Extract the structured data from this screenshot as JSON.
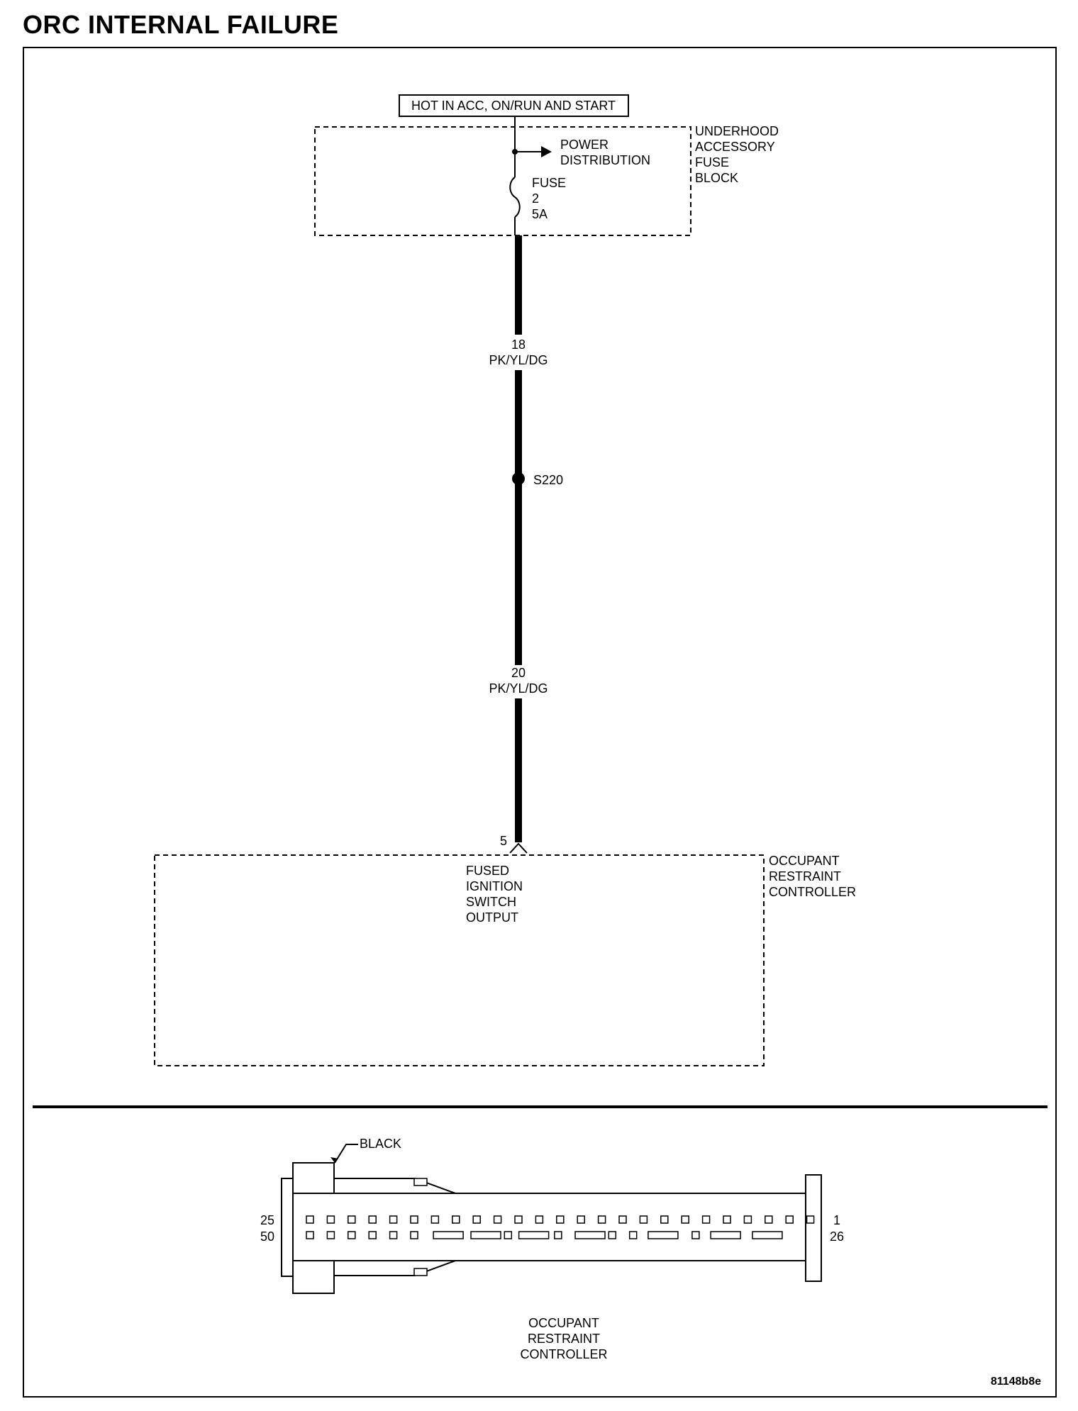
{
  "page": {
    "title": "ORC INTERNAL FAILURE",
    "figure_id": "81148b8e"
  },
  "power_source": {
    "label": "HOT IN ACC, ON/RUN AND START"
  },
  "fuse_block": {
    "name_lines": [
      "UNDERHOOD",
      "ACCESSORY",
      "FUSE",
      "BLOCK"
    ],
    "power_distribution_lines": [
      "POWER",
      "DISTRIBUTION"
    ],
    "fuse_lines": [
      "FUSE",
      "2",
      "5A"
    ]
  },
  "wire_upper": {
    "gauge": "18",
    "color": "PK/YL/DG"
  },
  "splice": {
    "id": "S220"
  },
  "wire_lower": {
    "gauge": "20",
    "color": "PK/YL/DG"
  },
  "orc_module": {
    "pin": "5",
    "name_lines": [
      "OCCUPANT",
      "RESTRAINT",
      "CONTROLLER"
    ],
    "circuit_lines": [
      "FUSED",
      "IGNITION",
      "SWITCH",
      "OUTPUT"
    ]
  },
  "connector": {
    "color_label": "BLACK",
    "left_pins": [
      "25",
      "50"
    ],
    "right_pins": [
      "1",
      "26"
    ],
    "name_lines": [
      "OCCUPANT",
      "RESTRAINT",
      "CONTROLLER"
    ]
  },
  "colors": {
    "ink": "#000000",
    "background": "#ffffff"
  }
}
